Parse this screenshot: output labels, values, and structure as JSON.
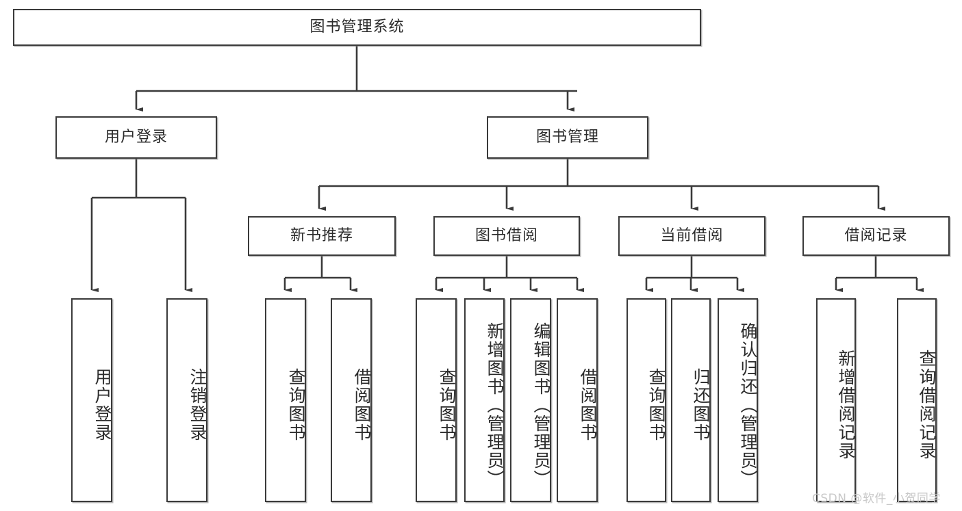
{
  "diagram": {
    "type": "tree",
    "title": "图书管理系统",
    "watermark": "CSDN @软件_小贺同学",
    "colors": {
      "box_border": "#3a3a3a",
      "box_fill": "#ffffff",
      "connector": "#3a3a3a",
      "text": "#2b2b2b",
      "watermark": "#c9c9c9"
    },
    "levels": {
      "root": {
        "label": "图书管理系统"
      },
      "level2": [
        {
          "label": "用户登录"
        },
        {
          "label": "图书管理"
        }
      ],
      "level3": [
        {
          "label": "新书推荐"
        },
        {
          "label": "图书借阅"
        },
        {
          "label": "当前借阅"
        },
        {
          "label": "借阅记录"
        }
      ],
      "leaves": [
        {
          "label": "用户登录",
          "parent": "用户登录"
        },
        {
          "label": "注销登录",
          "parent": "用户登录"
        },
        {
          "label": "查询图书",
          "parent": "新书推荐"
        },
        {
          "label": "借阅图书",
          "parent": "新书推荐"
        },
        {
          "label": "查询图书",
          "parent": "图书借阅"
        },
        {
          "label": "新增图书（管理员）",
          "parent": "图书借阅"
        },
        {
          "label": "编辑图书（管理员）",
          "parent": "图书借阅"
        },
        {
          "label": "借阅图书",
          "parent": "图书借阅"
        },
        {
          "label": "查询图书",
          "parent": "当前借阅"
        },
        {
          "label": "归还图书",
          "parent": "当前借阅"
        },
        {
          "label": "确认归还（管理员）",
          "parent": "当前借阅"
        },
        {
          "label": "新增借阅记录",
          "parent": "借阅记录"
        },
        {
          "label": "查询借阅记录",
          "parent": "借阅记录"
        }
      ]
    }
  }
}
